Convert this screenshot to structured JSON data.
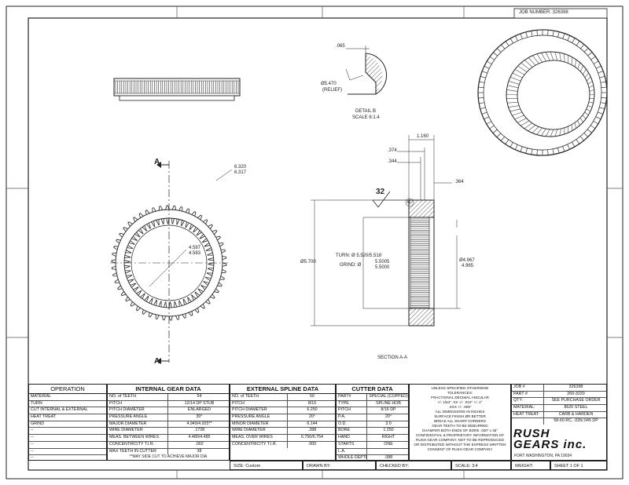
{
  "job_number_label": "JOB NUMBER: 326398",
  "detail_b": {
    "dim_top": ".065",
    "relief_dia": "Ø5.470",
    "relief_label": "(RELIEF)",
    "title": "DETAIL B",
    "scale": "SCALE 6:1.4"
  },
  "front_view": {
    "od_top": "6.320",
    "od_bot": "6.317",
    "id_top": "4.587",
    "id_bot": "4.583",
    "section_mark": "A"
  },
  "section_view": {
    "dim_1160": "1.160",
    "dim_374": ".374",
    "dim_344": ".344",
    "dim_364": ".364",
    "finish": "32",
    "detail_tag": "B",
    "dia_5700": "Ø5.700",
    "turn_label": "TURN: Ø 5.520/5.518",
    "grind_label": "GRIND: Ø",
    "grind_top": "5.5005",
    "grind_bot": "5.5000",
    "dia_r_top": "Ø4.967",
    "dia_r_bot": "4.965",
    "title": "SECTION A-A"
  },
  "operations": {
    "header": "OPERATION",
    "rows": [
      "MATERIAL",
      "TURN",
      "CUT INTERNAL & EXTERNAL",
      "HEAT TREAT",
      "GRIND",
      "--",
      "--",
      "--",
      "--",
      "--"
    ]
  },
  "internal_gear": {
    "header": "INTERNAL GEAR DATA",
    "rows": [
      [
        "NO. of TEETH",
        "54"
      ],
      [
        "PITCH",
        "12/14 DP STUB"
      ],
      [
        "PITCH DIAMETER",
        "ENLARGED"
      ],
      [
        "PRESSURE ANGLE",
        "30°"
      ],
      [
        "MAJOR DIAMETER",
        "4.949/4.925**"
      ],
      [
        "WIRE DIAMETER",
        ".1728"
      ],
      [
        "MEAS. BETWEEN WIRES",
        "4.480/4.485"
      ],
      [
        "CONCENTRICITY T.I.R.",
        ".002"
      ],
      [
        "MAX TEETH IN CUTTER",
        "38"
      ]
    ],
    "footnote": "**MAY SIDE CUT TO ACHIEVE MAJOR DIA"
  },
  "external_spline": {
    "header": "EXTERNAL SPLINE DATA",
    "rows": [
      [
        "NO. of TEETH",
        "50"
      ],
      [
        "PITCH",
        "8/16"
      ],
      [
        "PITCH DIAMETER",
        "6.250"
      ],
      [
        "PRESSURE ANGLE",
        "20°"
      ],
      [
        "MINOR DIAMETER",
        "6.144"
      ],
      [
        "WIRE DIAMETER",
        ".288"
      ],
      [
        "MEAS. OVER WIRES",
        "6.750/6.754"
      ],
      [
        "CONCENTRICITY T.I.R.",
        ".000"
      ]
    ]
  },
  "cutter": {
    "header": "CUTTER DATA",
    "rows": [
      [
        "PART#",
        "SPECIAL (COPPED)"
      ],
      [
        "TYPE",
        "SPLINE HOB"
      ],
      [
        "PITCH",
        "8/16 DP"
      ],
      [
        "P.A.",
        "20°"
      ],
      [
        "O.D.",
        "3.0"
      ],
      [
        "BORE",
        "1.250"
      ],
      [
        "HAND",
        "RIGHT"
      ],
      [
        "STARTS",
        "ONE"
      ],
      [
        "L.A.",
        ""
      ],
      [
        "WHOLE DEPTH",
        ".088"
      ]
    ]
  },
  "tolerances": {
    "l1": "UNLESS SPECIFIED OTHERWISE",
    "l2": "TOLERANCES:",
    "l3": "FRACTIONAL     DECIMAL     ANGULAR",
    "l4": "+/- 1/64\"     .XX +/- .010\"     +/- 2°",
    "l5": ".XXX +/- .005\"",
    "l6": "ALL DIMENSIONS IN INCHES",
    "l7": "SURFACE FINISH ØR BETTER",
    "l8": "BREAK ALL SHARP CORNERS",
    "l9": "GEAR TEETH TO BE DEBURRED",
    "l10": "CHAMFER BOTH ENDS OF BORE .030\" x 45°",
    "l11": "CONFIDENTIAL & PROPRIETARY INFORMATION OF",
    "l12": "RUSH GEAR COMPANY. NOT TO BE REPRODUCED",
    "l13": "OR DISTRIBUTED WITHOUT THE EXPRESS WRITTEN",
    "l14": "CONSENT OF RUSH GEAR COMPANY"
  },
  "title_info": {
    "rows": [
      [
        "JOB #",
        "326398"
      ],
      [
        "PART #",
        "260-3220"
      ],
      [
        "QTY:",
        "SEE PURCHASE ORDER"
      ],
      [
        "MATERIAL:",
        "8620 STEEL"
      ],
      [
        "HEAT TREAT:",
        "CARB & HARDEN"
      ],
      [
        "",
        "58-60 RC, .035/.045 DP"
      ]
    ],
    "logo_l1": "RUSH",
    "logo_l2": "GEARS inc.",
    "address": "FORT WASHINGTON, PA 19034"
  },
  "bottom_bar": {
    "size": "SIZE: Custom",
    "drawn": "DRAWN BY:",
    "checked": "CHECKED BY:",
    "scale": "SCALE: 3:4",
    "weight": "WEIGHT:",
    "sheet": "SHEET 1 OF 1"
  }
}
